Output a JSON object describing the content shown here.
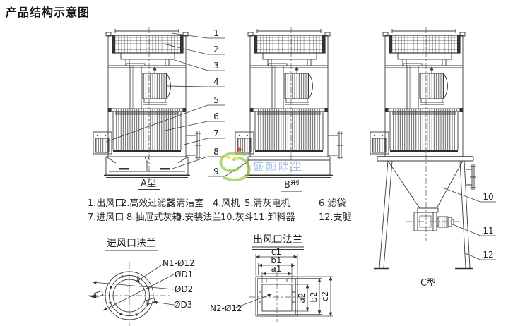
{
  "title": "产品结构示意图",
  "watermark": {
    "text": "盛颜除尘"
  },
  "machines": {
    "a": "A型",
    "b": "B型",
    "c": "C型"
  },
  "callouts": [
    "1",
    "2",
    "3",
    "4",
    "5",
    "6",
    "7",
    "8",
    "9",
    "10",
    "11",
    "12"
  ],
  "legend": [
    "1.出风口",
    "2.高效过滤器",
    "3.清洁室",
    "4.风机",
    "5.清灰电机",
    "6.滤袋",
    "7.进风口",
    "8.抽屉式灰箱",
    "9.安装法兰",
    "10.灰斗",
    "11.卸料器",
    "12.支腿"
  ],
  "flanges": {
    "inlet": {
      "title": "进风口法兰",
      "holes": "N1-Ø12",
      "d1": "ØD1",
      "d2": "ØD2",
      "d3": "ØD3"
    },
    "outlet": {
      "title": "出风口法兰",
      "holes": "N2-Ø12",
      "c1": "c1",
      "b1": "b1",
      "a1": "a1",
      "a2": "a2",
      "b2": "b2",
      "c2": "c2"
    }
  },
  "colors": {
    "line": "#3a3a3a",
    "watermark_green": "#8cc63e",
    "watermark_blue": "#7fa7dc",
    "watermark_yellow": "#f5e642",
    "watermark_red": "#e8392b"
  }
}
